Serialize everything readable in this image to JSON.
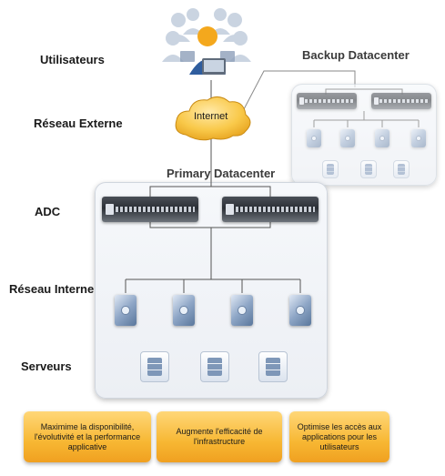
{
  "layers": {
    "users": "Utilisateurs",
    "external": "Réseau Externe",
    "adc": "ADC",
    "internal": "Réseau Interne",
    "servers": "Serveurs"
  },
  "cloud_label": "Internet",
  "datacenters": {
    "backup_title": "Backup Datacenter",
    "primary_title": "Primary Datacenter"
  },
  "benefits": [
    "Maximime la disponibilité, l'évolutivité et la performance applicative",
    "Augmente l'efficacité de l'infrastructure",
    "Optimise les accès aux applications pour les utilisateurs"
  ],
  "icons": {
    "users": "users-group-icon",
    "cloud": "cloud-icon",
    "adc": "adc-appliance-icon",
    "server": "server-icon",
    "vm": "virtual-server-icon"
  },
  "colors": {
    "benefit_fill": "#f7b733",
    "cloud_fill": "#f9c94a",
    "line": "#555555",
    "user_highlight": "#f4a81d"
  }
}
